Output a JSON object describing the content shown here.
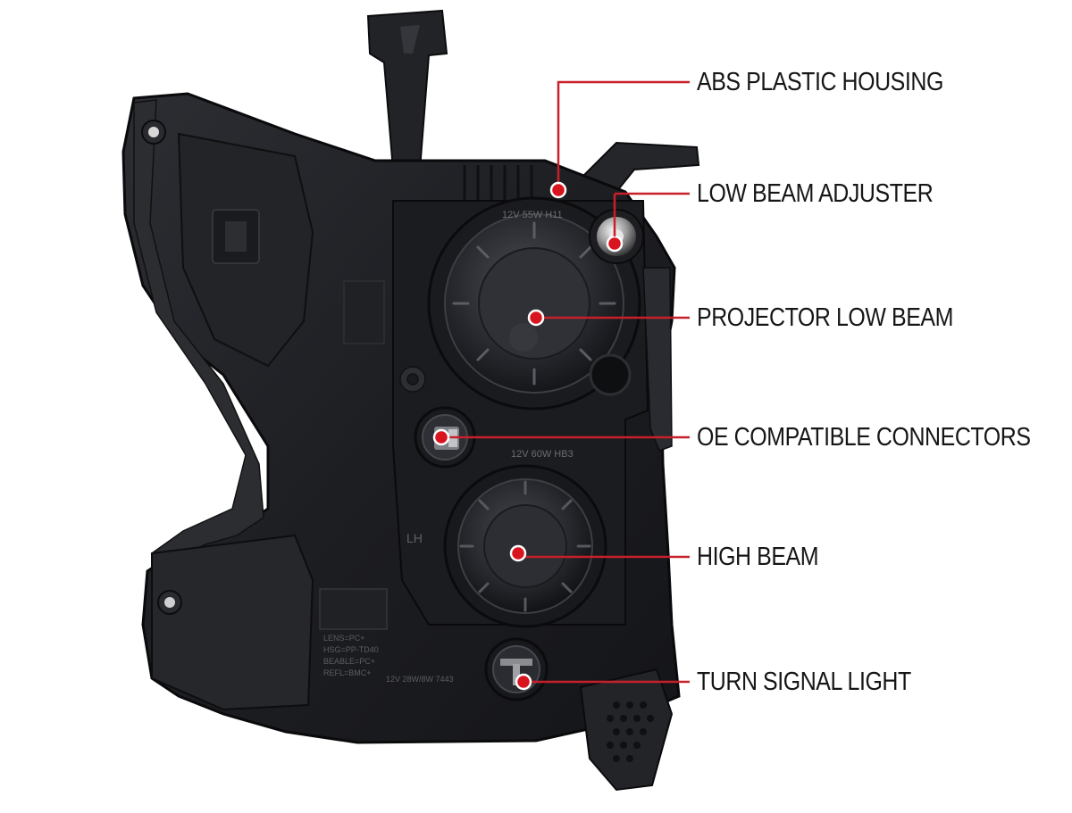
{
  "diagram": {
    "colors": {
      "background": "#ffffff",
      "housing": "#1c1d20",
      "housing_highlight": "#3a3c41",
      "leader": "#c8202a",
      "marker": "#d8141e",
      "label_text": "#161616"
    },
    "molded_text": {
      "top_bulb": "12V 55W H11",
      "mid_bulb": "12V 60W HB3",
      "side_mark": "LH",
      "material": [
        "LENS=PC+",
        "HSG=PP-TD40",
        "BEABLE=PC+",
        "REFL=BMC+"
      ],
      "turn_bulb": "12V 28W/8W 7443"
    },
    "callouts": [
      {
        "id": "abs-plastic-housing",
        "label": "ABS PLASTIC HOUSING"
      },
      {
        "id": "low-beam-adjuster",
        "label": "LOW BEAM ADJUSTER"
      },
      {
        "id": "projector-low-beam",
        "label": "PROJECTOR LOW BEAM"
      },
      {
        "id": "oe-compatible-connectors",
        "label": "OE COMPATIBLE CONNECTORS"
      },
      {
        "id": "high-beam",
        "label": "HIGH BEAM"
      },
      {
        "id": "turn-signal-light",
        "label": "TURN SIGNAL LIGHT"
      }
    ]
  }
}
